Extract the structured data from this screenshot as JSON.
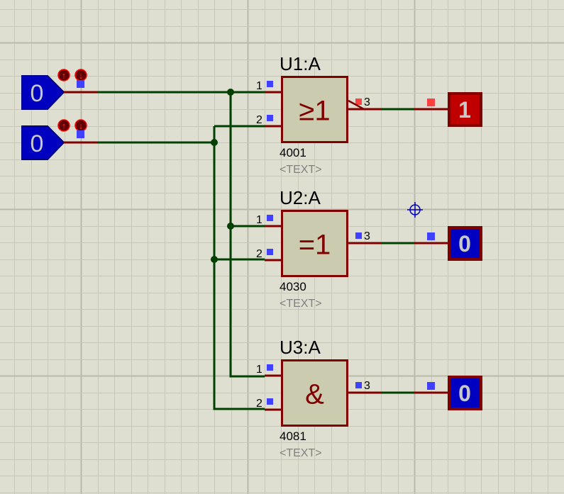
{
  "app": "Proteus ISIS schematic editor",
  "colors": {
    "background": "#dedfd0",
    "grid_minor": "#c6c7b8",
    "grid_major": "#b9baab",
    "wire": "#004000",
    "pin": "#800000",
    "gate_fill": "#cbcbb0",
    "gate_border": "#800000",
    "gate_symbol": "#800000",
    "logic_low_fill": "#0000c0",
    "logic_high_fill": "#c00000",
    "state_text": "#c8c8c8",
    "pin_low_marker": "#4040ff",
    "pin_high_marker": "#ff4040",
    "label": "#000000",
    "placeholder_text": "#808080"
  },
  "inputs": [
    {
      "id": "input-1",
      "state": "0",
      "toggle_up_icon": "↑",
      "toggle_down_icon": "↓"
    },
    {
      "id": "input-2",
      "state": "0",
      "toggle_up_icon": "↑",
      "toggle_down_icon": "↓"
    }
  ],
  "gates": [
    {
      "ref": "U1:A",
      "part": "4001",
      "text_placeholder": "<TEXT>",
      "symbol": "≥1",
      "function": "NOR",
      "pins": [
        {
          "num": "1",
          "level": "low"
        },
        {
          "num": "2",
          "level": "low"
        },
        {
          "num": "3",
          "level": "high"
        }
      ]
    },
    {
      "ref": "U2:A",
      "part": "4030",
      "text_placeholder": "<TEXT>",
      "symbol": "=1",
      "function": "XOR",
      "pins": [
        {
          "num": "1",
          "level": "low"
        },
        {
          "num": "2",
          "level": "low"
        },
        {
          "num": "3",
          "level": "low"
        }
      ]
    },
    {
      "ref": "U3:A",
      "part": "4081",
      "text_placeholder": "<TEXT>",
      "symbol": "&",
      "function": "AND",
      "pins": [
        {
          "num": "1",
          "level": "low"
        },
        {
          "num": "2",
          "level": "low"
        },
        {
          "num": "3",
          "level": "low"
        }
      ]
    }
  ],
  "probes": [
    {
      "id": "probe-u1",
      "state": "1",
      "level": "high"
    },
    {
      "id": "probe-u2",
      "state": "0",
      "level": "low"
    },
    {
      "id": "probe-u3",
      "state": "0",
      "level": "low"
    }
  ]
}
